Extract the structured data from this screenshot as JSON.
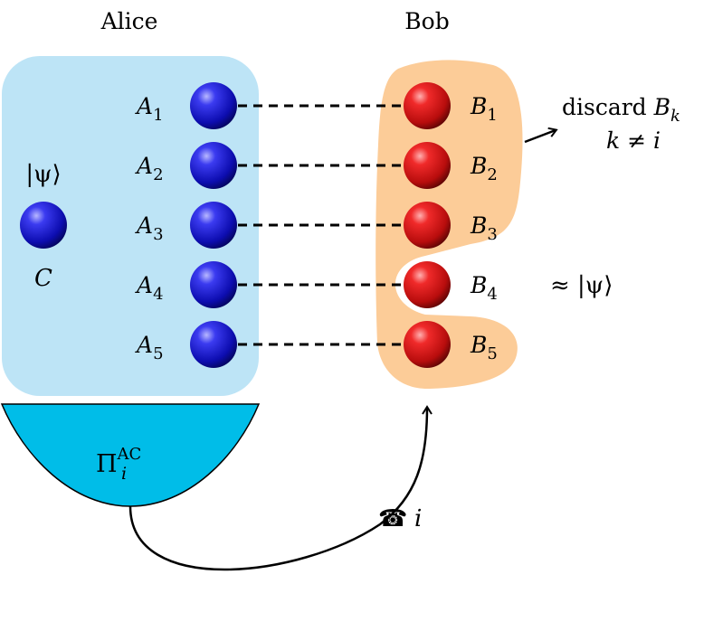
{
  "colors": {
    "alice_region": "#bde4f6",
    "bob_region": "#fccc98",
    "measurement_device": "#00bde8",
    "alice_qubit": "#1f1fbf",
    "bob_qubit": "#cc1111"
  },
  "alice": {
    "title": "Alice",
    "input_state": "|ψ⟩",
    "input_label": "C",
    "qubits": [
      {
        "name": "A",
        "sub": "1"
      },
      {
        "name": "A",
        "sub": "2"
      },
      {
        "name": "A",
        "sub": "3"
      },
      {
        "name": "A",
        "sub": "4"
      },
      {
        "name": "A",
        "sub": "5"
      }
    ],
    "measurement": {
      "symbol": "Π",
      "sub": "i",
      "sup": "AC"
    }
  },
  "bob": {
    "title": "Bob",
    "qubits": [
      {
        "name": "B",
        "sub": "1"
      },
      {
        "name": "B",
        "sub": "2"
      },
      {
        "name": "B",
        "sub": "3"
      },
      {
        "name": "B",
        "sub": "4"
      },
      {
        "name": "B",
        "sub": "5"
      }
    ],
    "discard_line1_text": "discard ",
    "discard_line1_var": "B",
    "discard_line1_sub": "k",
    "discard_line2": "k ≠ i",
    "output_state": "≈ |ψ⟩"
  },
  "classical_channel": {
    "icon": "telephone-icon",
    "glyph": "☎",
    "label": "i"
  }
}
